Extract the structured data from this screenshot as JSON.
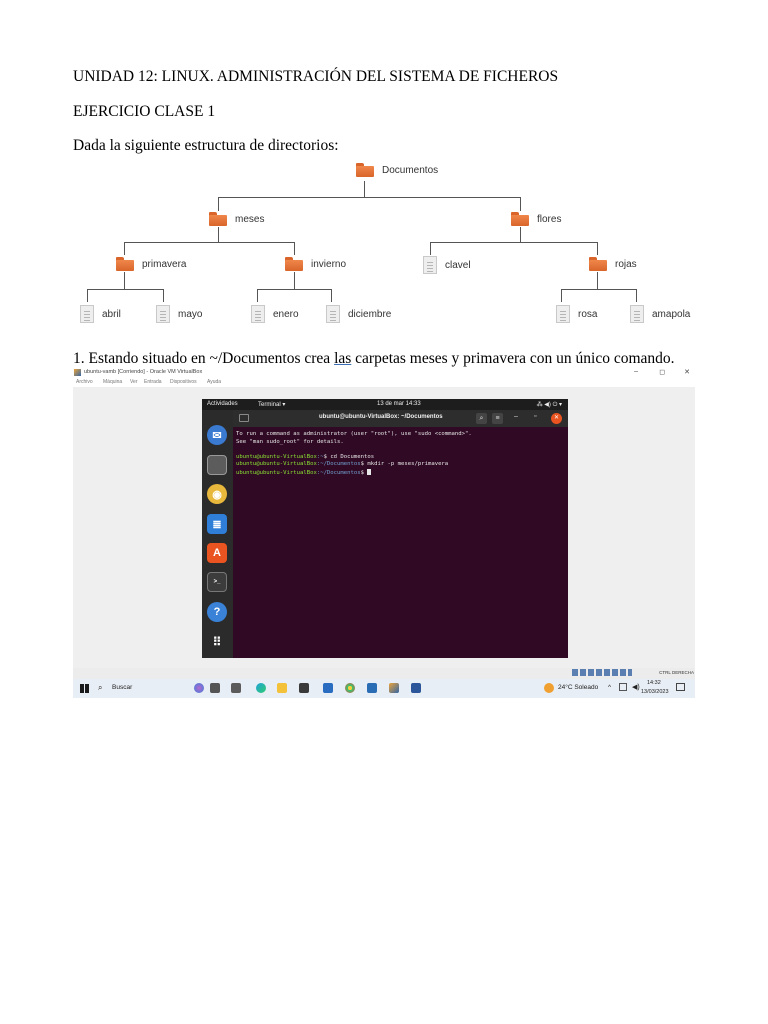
{
  "document": {
    "heading1": "UNIDAD 12: LINUX. ADMINISTRACIÓN DEL SISTEMA DE FICHEROS",
    "heading2": "EJERCICIO CLASE 1",
    "intro": "Dada la siguiente estructura de directorios:",
    "q1_before": "1. Estando situado en ~/Documentos crea ",
    "q1_underlined": "las",
    "q1_after": " carpetas meses y primavera con un único comando."
  },
  "tree": {
    "root": "Documentos",
    "meses": "meses",
    "flores": "flores",
    "primavera": "primavera",
    "invierno": "invierno",
    "clavel": "clavel",
    "rojas": "rojas",
    "abril": "abril",
    "mayo": "mayo",
    "enero": "enero",
    "diciembre": "diciembre",
    "rosa": "rosa",
    "amapola": "amapola"
  },
  "vbox": {
    "title": "ubuntu-vamb [Corriendo] - Oracle VM VirtualBox",
    "menu": [
      "Archivo",
      "Máquina",
      "Ver",
      "Entrada",
      "Dispositivos",
      "Ayuda"
    ],
    "window_controls": [
      "–",
      "◻",
      "✕"
    ],
    "status_right": "CTRL DERECHA"
  },
  "ubuntu": {
    "activities": "Actividades",
    "app_menu": "Terminal ▾",
    "clock": "13 de mar  14:33",
    "tray": "⁂ ◀) ⏻ ▾",
    "term_title": "ubuntu@ubuntu-VirtualBox: ~/Documentos",
    "term_lines": {
      "l1": "To run a command as administrator (user \"root\"), use \"sudo <command>\".",
      "l2": "See \"man sudo_root\" for details.",
      "p1_user": "ubuntu@ubuntu-VirtualBox",
      "p1_path": ":~",
      "p1_cmd": "$ cd Documentos",
      "p2_user": "ubuntu@ubuntu-VirtualBox",
      "p2_path": ":~/Documentos",
      "p2_cmd": "$ mkdir -p meses/primavera",
      "p3_user": "ubuntu@ubuntu-VirtualBox",
      "p3_path": ":~/Documentos",
      "p3_cmd": "$ "
    }
  },
  "taskbar": {
    "search": "Buscar",
    "weather": "24°C  Soleado",
    "time": "14:32",
    "date": "13/03/2023"
  },
  "colors": {
    "ubuntu_orange": "#e95420",
    "terminal_bg": "#300a24",
    "folder": "#e8773a"
  }
}
